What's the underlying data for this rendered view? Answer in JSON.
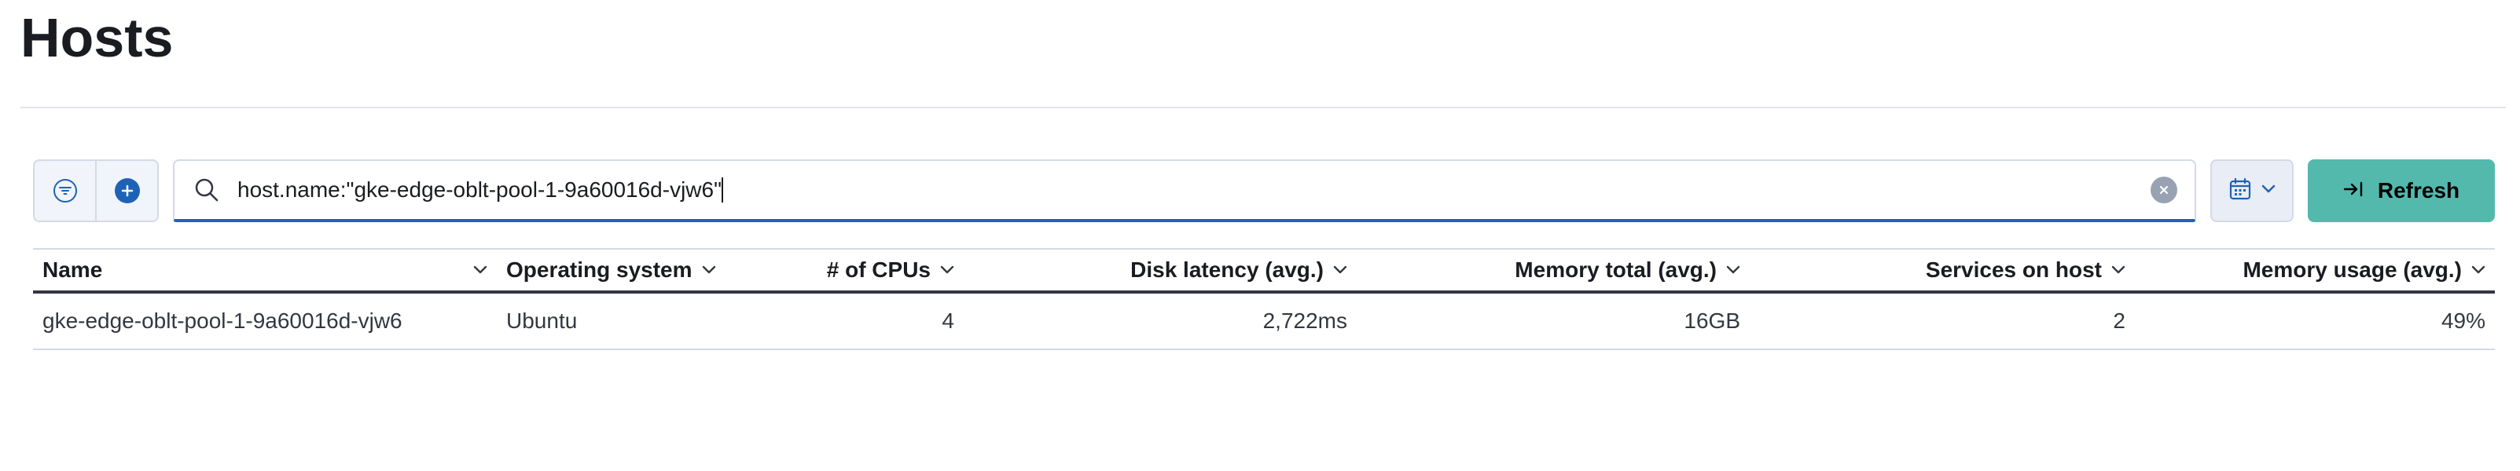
{
  "page": {
    "title": "Hosts"
  },
  "colors": {
    "accent": "#1e62b8",
    "refresh_button": "#54b9ad",
    "border": "#d3dae6",
    "text": "#1a1c21"
  },
  "toolbar": {
    "filter_icon": "filter-icon",
    "add_icon": "plus-circle-icon"
  },
  "search": {
    "value": "host.name:\"gke-edge-oblt-pool-1-9a60016d-vjw6\"",
    "search_icon": "search-icon",
    "clear_icon": "clear-icon"
  },
  "date_picker": {
    "icon": "calendar-icon"
  },
  "refresh": {
    "label": "Refresh",
    "icon": "refresh-arrow-icon"
  },
  "table": {
    "columns": [
      {
        "label": "Name"
      },
      {
        "label": "Operating system"
      },
      {
        "label": "# of CPUs"
      },
      {
        "label": "Disk latency (avg.)"
      },
      {
        "label": "Memory total (avg.)"
      },
      {
        "label": "Services on host"
      },
      {
        "label": "Memory usage (avg.)"
      }
    ],
    "rows": [
      {
        "name": "gke-edge-oblt-pool-1-9a60016d-vjw6",
        "os": "Ubuntu",
        "cpus": "4",
        "disk_latency": "2,722ms",
        "memory_total": "16GB",
        "services": "2",
        "memory_usage": "49%"
      }
    ]
  }
}
